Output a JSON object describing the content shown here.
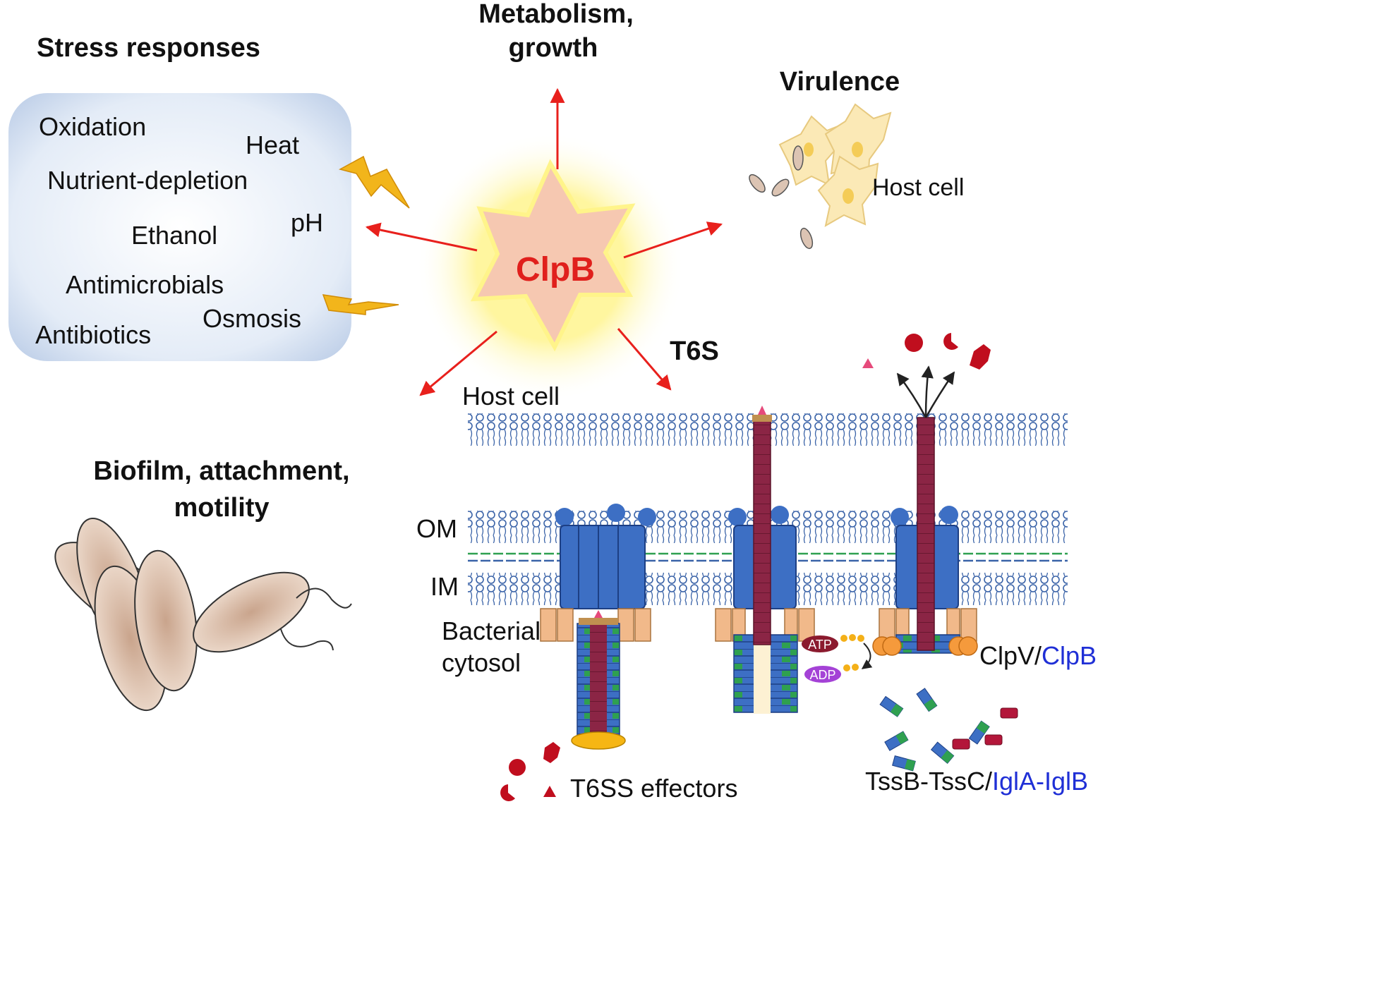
{
  "central": {
    "label": "ClpB"
  },
  "stress": {
    "title": "Stress responses",
    "items": {
      "oxidation": "Oxidation",
      "heat": "Heat",
      "nutrient": "Nutrient-depletion",
      "ph": "pH",
      "ethanol": "Ethanol",
      "antimicrobials": "Antimicrobials",
      "osmosis": "Osmosis",
      "antibiotics": "Antibiotics"
    }
  },
  "metabolism": {
    "line1": "Metabolism,",
    "line2": "growth"
  },
  "virulence": {
    "title": "Virulence",
    "host_cell": "Host cell"
  },
  "biofilm": {
    "line1": "Biofilm, attachment,",
    "line2": "motility"
  },
  "t6s": {
    "title": "T6S",
    "host_cell": "Host cell",
    "om": "OM",
    "im": "IM",
    "cytosol_line1": "Bacterial",
    "cytosol_line2": "cytosol",
    "atp": "ATP",
    "adp": "ADP",
    "clpv_a": "ClpV/",
    "clpv_b": "ClpB",
    "tss_a": "TssB-TssC/",
    "tss_b": "IglA-IglB",
    "effectors": "T6SS effectors"
  },
  "colors": {
    "arrow": "#e8201c",
    "clpb_text": "#e0201c",
    "blue_text": "#1f2fd6",
    "membrane": "#3a63a8",
    "baseplate": "#3d6fc4",
    "sheath_red": "#8b2545",
    "lightning": "#f2b51b",
    "bacteria": "#dcbfac",
    "host_cell": "#fbe9b6"
  }
}
